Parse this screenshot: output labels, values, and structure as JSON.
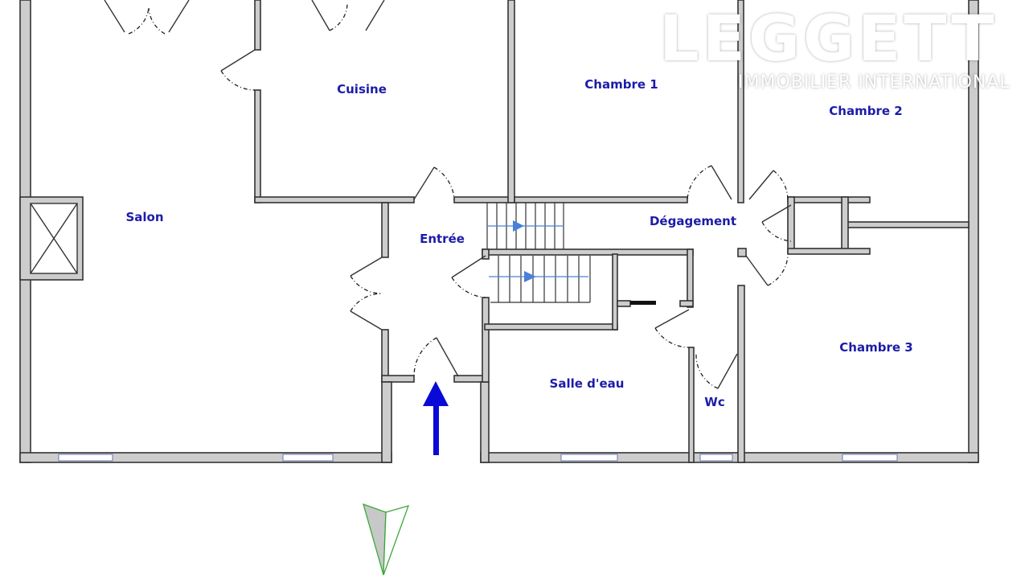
{
  "rooms": {
    "salon": "Salon",
    "cuisine": "Cuisine",
    "chambre1": "Chambre 1",
    "chambre2": "Chambre 2",
    "chambre3": "Chambre 3",
    "entree": "Entrée",
    "degagement": "Dégagement",
    "salle_deau": "Salle d'eau",
    "wc": "Wc"
  },
  "logo": {
    "brand": "LEGGETT",
    "tagline": "IMMOBILIER INTERNATIONAL"
  },
  "colors": {
    "label": "#1c1ca8",
    "entrance_arrow": "#0a0ad8",
    "stair_arrow": "#4a80d8",
    "north_arrow": "#3aa83a"
  }
}
